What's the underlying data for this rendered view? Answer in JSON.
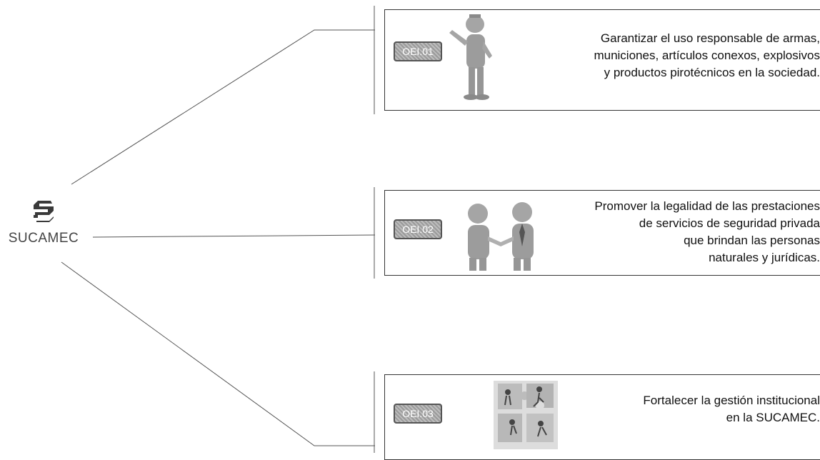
{
  "organization": {
    "name": "SUCAMEC",
    "logo_icon": "sucamec-logo-icon"
  },
  "objectives": [
    {
      "code": "OEI.01",
      "illustration": "person-pointing-illustration",
      "text": "Garantizar el uso responsable de armas,\nmuniciones, artículos conexos, explosivos\ny productos pirotécnicos en la sociedad."
    },
    {
      "code": "OEI.02",
      "illustration": "handshake-illustration",
      "text": "Promover la legalidad de las prestaciones\nde servicios de seguridad privada\nque brindan las personas\nnaturales y jurídicas."
    },
    {
      "code": "OEI.03",
      "illustration": "teamwork-puzzle-illustration",
      "text": "Fortalecer la gestión institucional\nen la SUCAMEC."
    }
  ],
  "colors": {
    "line": "#555555",
    "box_border": "#333333",
    "badge_fill": "#a8a8a8",
    "figure": "#9a9a9a"
  }
}
